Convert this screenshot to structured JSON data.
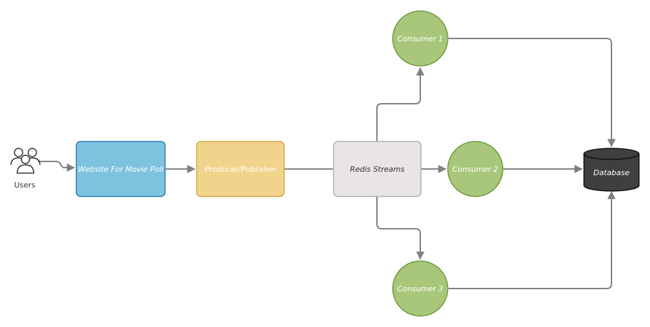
{
  "nodes": {
    "users": {
      "label": "Users"
    },
    "website": {
      "label": "Website For Movie Poll",
      "color": "#7ec3de"
    },
    "producer": {
      "label": "Producer/Publisher",
      "color": "#f0d48c"
    },
    "redis": {
      "label": "Redis Streams",
      "color": "#e8e4e8"
    },
    "consumer1": {
      "label": "Consumer 1",
      "color": "#a8c77a"
    },
    "consumer2": {
      "label": "Consumer 2",
      "color": "#a8c77a"
    },
    "consumer3": {
      "label": "Consumer 3",
      "color": "#a8c77a"
    },
    "database": {
      "label": "Database",
      "color": "#3f3f3f"
    }
  },
  "edges": [
    {
      "from": "users",
      "to": "website"
    },
    {
      "from": "website",
      "to": "producer"
    },
    {
      "from": "producer",
      "to": "redis"
    },
    {
      "from": "redis",
      "to": "consumer1"
    },
    {
      "from": "redis",
      "to": "consumer2"
    },
    {
      "from": "redis",
      "to": "consumer3"
    },
    {
      "from": "consumer1",
      "to": "database"
    },
    {
      "from": "consumer2",
      "to": "database"
    },
    {
      "from": "consumer3",
      "to": "database"
    }
  ],
  "colors": {
    "edge": "#808080",
    "website_border": "#2c7fb0",
    "producer_border": "#d4a640",
    "redis_border": "#b0b0b0",
    "consumer_border": "#6a9a3a",
    "database_border": "#111111"
  }
}
